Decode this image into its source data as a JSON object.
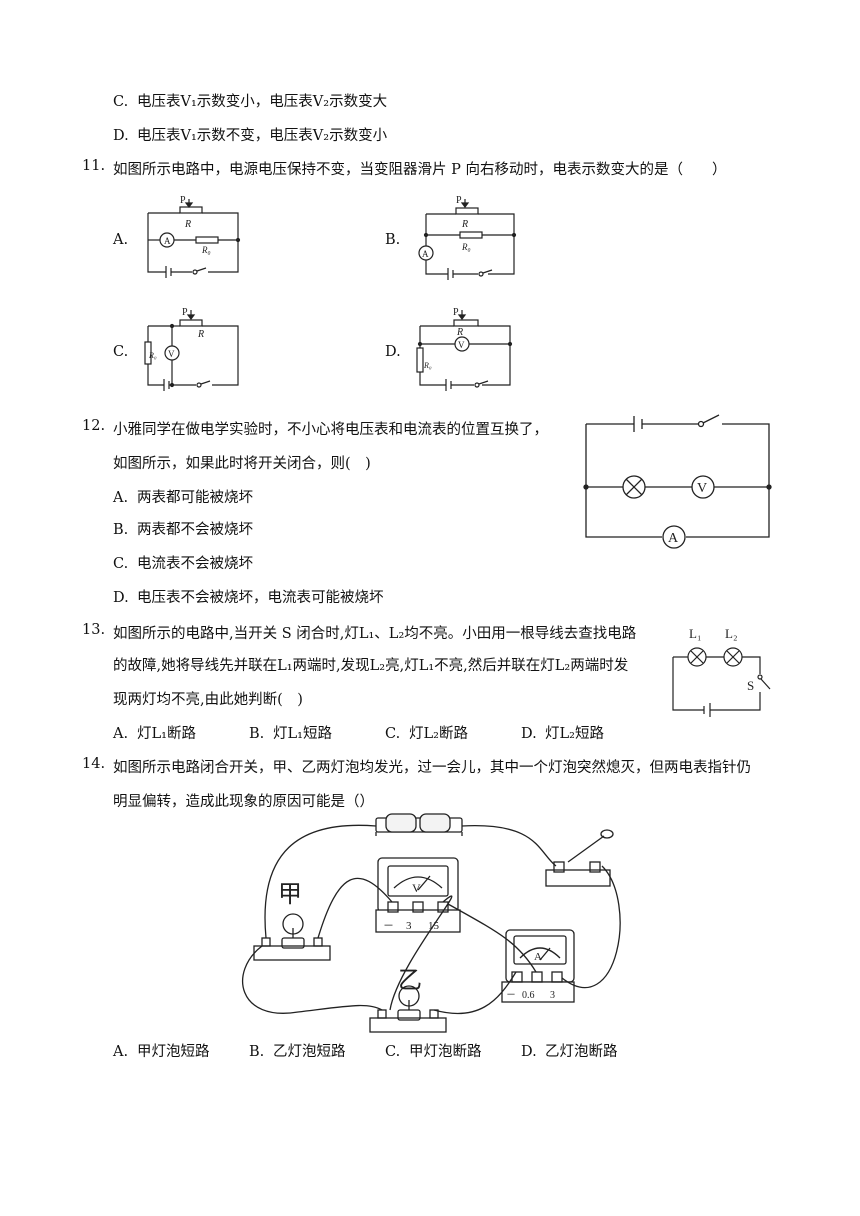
{
  "q10": {
    "optC": {
      "letter": "C.",
      "text": "电压表V₁示数变小，电压表V₂示数变大"
    },
    "optD": {
      "letter": "D.",
      "text": "电压表V₁示数不变，电压表V₂示数变小"
    }
  },
  "q11": {
    "num": "11.",
    "stem": "如图所示电路中，电源电压保持不变，当变阻器滑片 P 向右移动时，电表示数变大的是（　　）",
    "letters": [
      "A.",
      "B.",
      "C.",
      "D."
    ],
    "labels": {
      "P": "P",
      "R": "R",
      "R0": "R₀",
      "A": "A",
      "V": "V"
    }
  },
  "q12": {
    "num": "12.",
    "stem1": "小雅同学在做电学实验时，不小心将电压表和电流表的位置互换了，",
    "stem2": "如图所示，如果此时将开关闭合，则(　)",
    "options": [
      {
        "letter": "A.",
        "text": "两表都可能被烧坏"
      },
      {
        "letter": "B.",
        "text": "两表都不会被烧坏"
      },
      {
        "letter": "C.",
        "text": "电流表不会被烧坏"
      },
      {
        "letter": "D.",
        "text": "电压表不会被烧坏，电流表可能被烧坏"
      }
    ],
    "fig": {
      "V": "V",
      "A": "A"
    }
  },
  "q13": {
    "num": "13.",
    "stem1": "如图所示的电路中,当开关 S 闭合时,灯L₁、L₂均不亮。小田用一根导线去查找电路",
    "stem2": "的故障,她将导线先并联在L₁两端时,发现L₂亮,灯L₁不亮,然后并联在灯L₂两端时发",
    "stem3": "现两灯均不亮,由此她判断(　)",
    "options": [
      {
        "letter": "A.",
        "text": "灯L₁断路"
      },
      {
        "letter": "B.",
        "text": "灯L₁短路"
      },
      {
        "letter": "C.",
        "text": "灯L₂断路"
      },
      {
        "letter": "D.",
        "text": "灯L₂短路"
      }
    ],
    "fig": {
      "L1": "L₁",
      "L2": "L₂",
      "S": "S"
    }
  },
  "q14": {
    "num": "14.",
    "stem1": "如图所示电路闭合开关，甲、乙两灯泡均发光，过一会儿，其中一个灯泡突然熄灭，但两电表指针仍",
    "stem2": "明显偏转，造成此现象的原因可能是（）",
    "options": [
      {
        "letter": "A.",
        "text": "甲灯泡短路"
      },
      {
        "letter": "B.",
        "text": "乙灯泡短路"
      },
      {
        "letter": "C.",
        "text": "甲灯泡断路"
      },
      {
        "letter": "D.",
        "text": "乙灯泡断路"
      }
    ],
    "fig": {
      "jia": "甲",
      "yi": "乙",
      "V": "V",
      "A": "A",
      "v_minus": "－",
      "v_3": "3",
      "v_15": "15",
      "a_minus": "－",
      "a_06": "0.6",
      "a_3": "3"
    }
  }
}
